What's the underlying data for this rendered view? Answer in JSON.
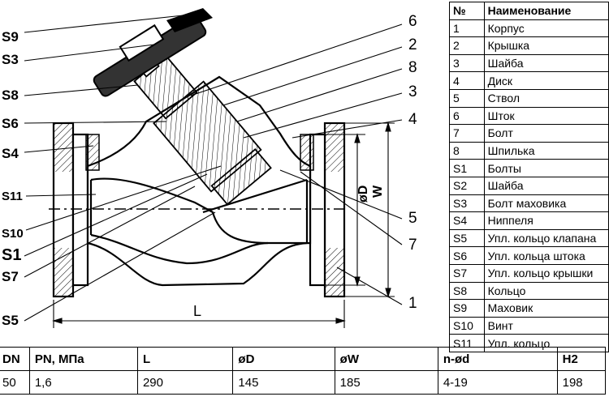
{
  "callouts_left": [
    {
      "id": "S9",
      "label": "S9"
    },
    {
      "id": "S3",
      "label": "S3"
    },
    {
      "id": "S8",
      "label": "S8"
    },
    {
      "id": "S6",
      "label": "S6"
    },
    {
      "id": "S4",
      "label": "S4"
    },
    {
      "id": "S11",
      "label": "S11"
    },
    {
      "id": "S10",
      "label": "S10"
    },
    {
      "id": "S1",
      "label": "S1"
    },
    {
      "id": "S7",
      "label": "S7"
    },
    {
      "id": "S5",
      "label": "S5"
    }
  ],
  "callouts_right": [
    {
      "id": "6",
      "label": "6"
    },
    {
      "id": "2",
      "label": "2"
    },
    {
      "id": "8",
      "label": "8"
    },
    {
      "id": "3",
      "label": "3"
    },
    {
      "id": "4",
      "label": "4"
    },
    {
      "id": "5",
      "label": "5"
    },
    {
      "id": "7",
      "label": "7"
    },
    {
      "id": "1",
      "label": "1"
    }
  ],
  "dimension_labels": {
    "od": "øD",
    "w": "W",
    "l": "L"
  },
  "parts_table": {
    "headers": [
      "№",
      "Наименование"
    ],
    "rows": [
      [
        "1",
        "Корпус"
      ],
      [
        "2",
        "Крышка"
      ],
      [
        "3",
        "Шайба"
      ],
      [
        "4",
        "Диск"
      ],
      [
        "5",
        "Ствол"
      ],
      [
        "6",
        "Шток"
      ],
      [
        "7",
        "Болт"
      ],
      [
        "8",
        "Шпилька"
      ],
      [
        "S1",
        "Болты"
      ],
      [
        "S2",
        "Шайба"
      ],
      [
        "S3",
        "Болт маховика"
      ],
      [
        "S4",
        "Ниппеля"
      ],
      [
        "S5",
        "Упл. кольцо клапана"
      ],
      [
        "S6",
        "Упл. кольца штока"
      ],
      [
        "S7",
        "Упл. кольцо крышки"
      ],
      [
        "S8",
        "Кольцо"
      ],
      [
        "S9",
        "Маховик"
      ],
      [
        "S10",
        "Винт"
      ],
      [
        "S11",
        "Упл. кольцо"
      ]
    ]
  },
  "dims_table": {
    "headers": [
      "DN",
      "PN, МПа",
      "L",
      "øD",
      "øW",
      "n-ød",
      "H2"
    ],
    "rows": [
      [
        "50",
        "1,6",
        "290",
        "145",
        "185",
        "4-19",
        "198"
      ]
    ]
  },
  "colors": {
    "line": "#000000",
    "background": "#ffffff"
  }
}
